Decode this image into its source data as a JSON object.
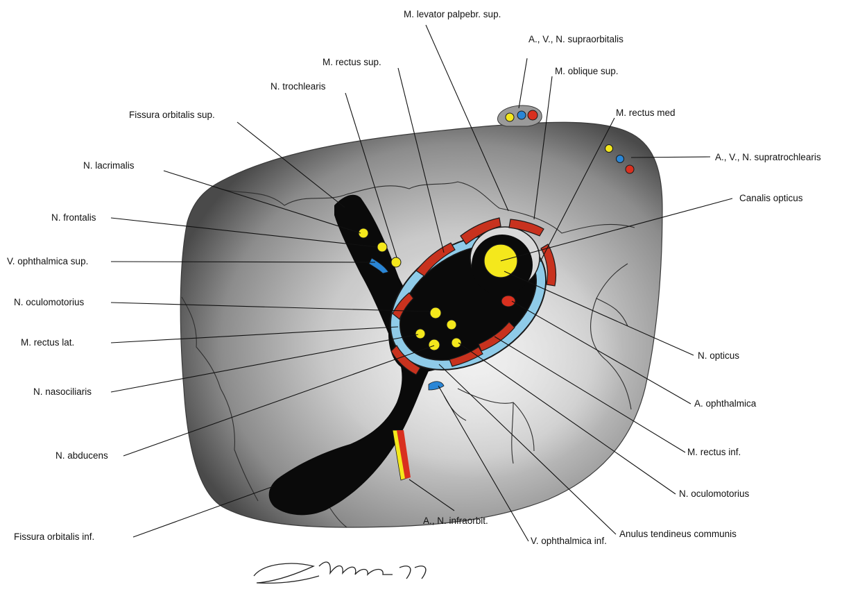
{
  "labels": {
    "levator": "M. levator palpebr. sup.",
    "supraorb": "A., V., N. supraorbitalis",
    "rectus_sup": "M. rectus sup.",
    "obliquus_sup": "M. oblique sup.",
    "trochlearis": "N. trochlearis",
    "rectus_med": "M. rectus med",
    "fissura_sup": "Fissura orbitalis sup.",
    "supratroch": "A., V., N. supratrochlearis",
    "lacrimalis": "N. lacrimalis",
    "frontalis": "N. frontalis",
    "v_ophth_sup": "V. ophthalmica sup.",
    "canalis": "Canalis opticus",
    "oculomot_left": "N. oculomotorius",
    "rectus_lat": "M. rectus lat.",
    "opticus": "N. opticus",
    "nasociliaris": "N. nasociliaris",
    "a_ophth": "A. ophthalmica",
    "abducens": "N. abducens",
    "rectus_inf": "M. rectus inf.",
    "oculomot_right": "N. oculomotorius",
    "fissura_inf": "Fissura orbitalis inf.",
    "anulus": "Anulus tendineus communis",
    "infraorb": "A., N. infraorbit.",
    "v_ophth_inf": "V. ophthalmica inf."
  },
  "colors": {
    "nerve": "#f4e81c",
    "artery": "#d9301f",
    "vein": "#2a86d6",
    "muscle": "#c8321e",
    "anulus": "#8fcbe8",
    "fissure": "#0a0a0a",
    "bone": "#b9b9b9"
  }
}
